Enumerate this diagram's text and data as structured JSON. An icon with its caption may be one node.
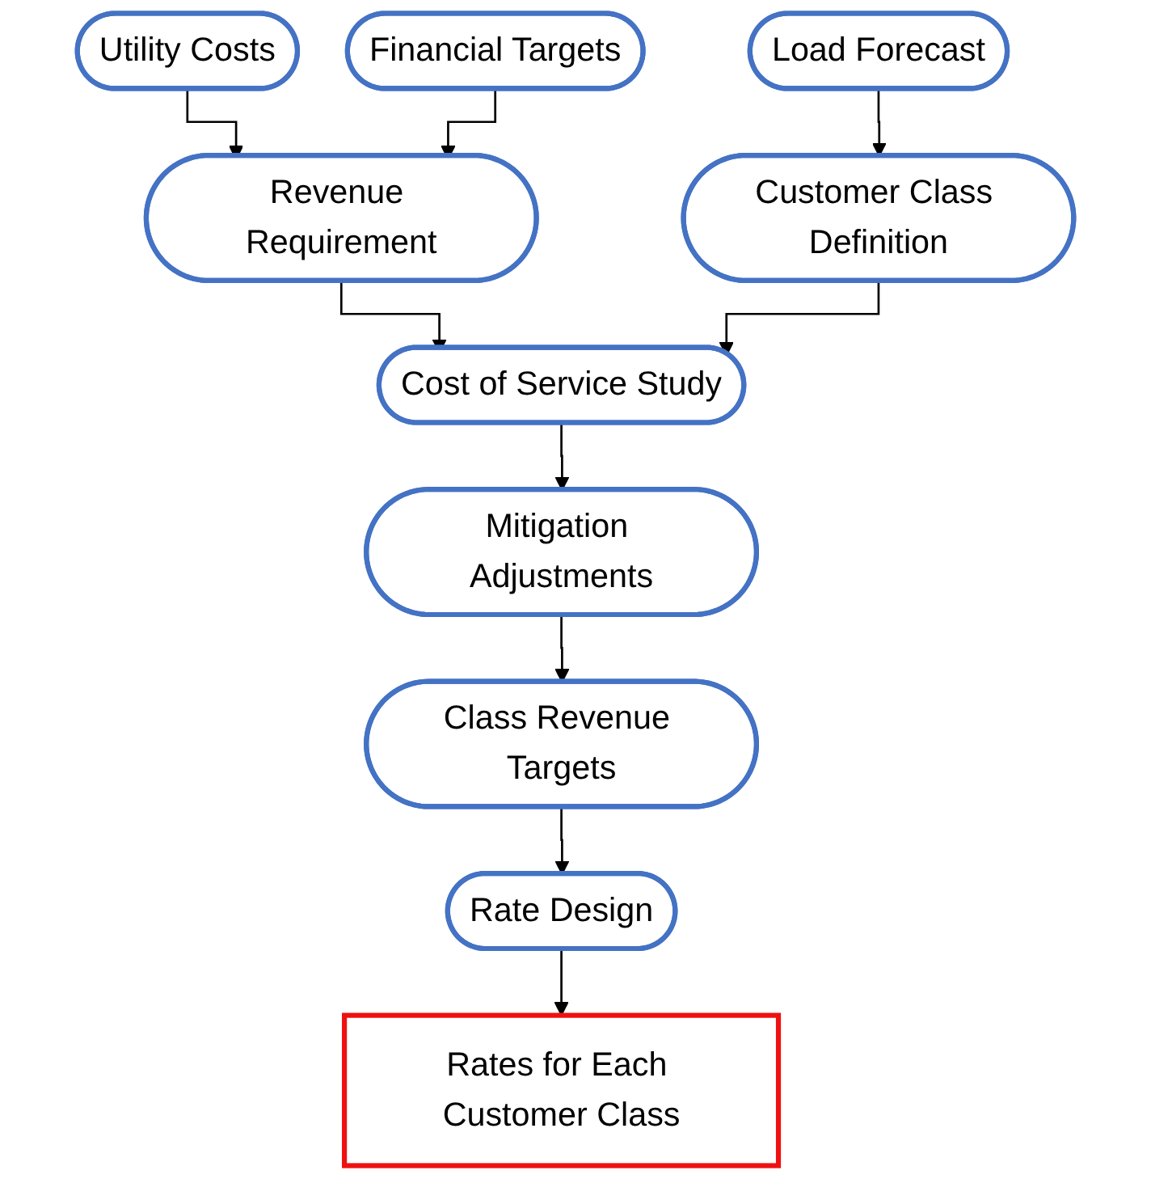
{
  "diagram": {
    "nodes": [
      {
        "text": [
          "Utility Costs"
        ]
      },
      {
        "text": [
          "Financial Targets"
        ]
      },
      {
        "text": [
          "Load Forecast"
        ]
      },
      {
        "text": [
          "Revenue Requirement"
        ]
      },
      {
        "text": [
          "Customer Class Definition"
        ]
      },
      {
        "text": [
          "Cost of Service Study"
        ]
      },
      {
        "text": [
          "Mitigation Adjustments"
        ]
      },
      {
        "text": [
          "Class Revenue Targets"
        ]
      },
      {
        "text": [
          "Rate Design"
        ]
      },
      {
        "text": [
          "Rates for Each Customer Class"
        ]
      }
    ],
    "edges": [
      {
        "from": 0,
        "to": 3,
        "arrow": "to"
      },
      {
        "from": 1,
        "to": 3,
        "arrow": "to"
      },
      {
        "from": 2,
        "to": 4,
        "arrow": "to"
      },
      {
        "from": 3,
        "to": 5,
        "arrow": "to"
      },
      {
        "from": 4,
        "to": 5,
        "arrow": "to"
      },
      {
        "from": 5,
        "to": 6,
        "arrow": "to"
      },
      {
        "from": 6,
        "to": 7,
        "arrow": "to"
      },
      {
        "from": 7,
        "to": 8,
        "arrow": "to"
      },
      {
        "from": 8,
        "to": 9,
        "arrow": "to"
      }
    ]
  }
}
